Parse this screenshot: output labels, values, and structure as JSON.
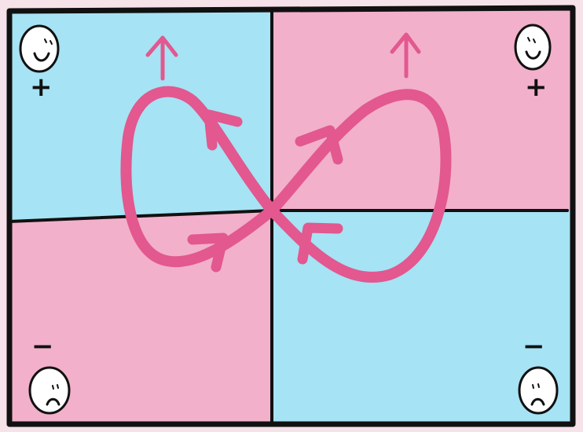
{
  "colors": {
    "background": "#f6e3ea",
    "quadrant_blue": "#a6e3f4",
    "quadrant_pink": "#f2b0cb",
    "frame": "#111111",
    "loop": "#e2588f",
    "face_fill": "#ffffff"
  },
  "quadrants": [
    {
      "position": "top-left",
      "color": "blue",
      "sign": "+",
      "face": "smiling-face-icon"
    },
    {
      "position": "top-right",
      "color": "pink",
      "sign": "+",
      "face": "smiling-face-icon"
    },
    {
      "position": "bottom-left",
      "color": "pink",
      "sign": "−",
      "face": "sad-face-icon"
    },
    {
      "position": "bottom-right",
      "color": "blue",
      "sign": "−",
      "face": "sad-face-icon"
    }
  ],
  "labels": {
    "plus_left": "+",
    "plus_right": "+",
    "minus_left": "−",
    "minus_right": "−"
  },
  "loop": {
    "shape": "figure-eight",
    "direction_arrows": 4,
    "upward_arrows": 2
  }
}
